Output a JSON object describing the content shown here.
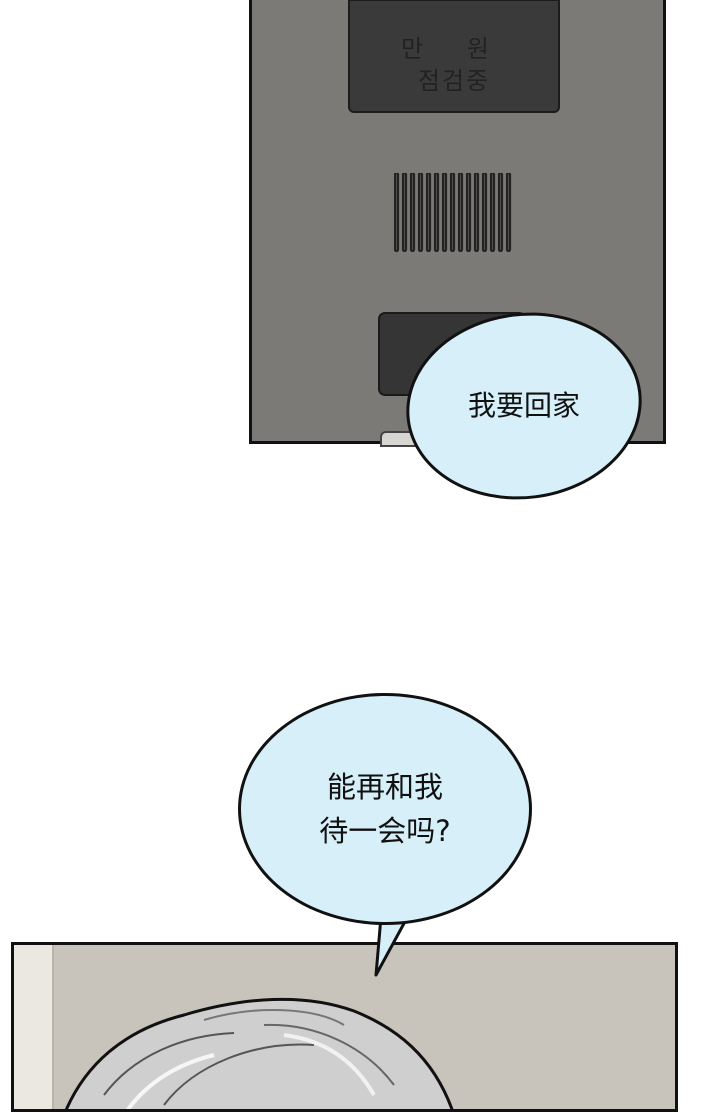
{
  "panel_top": {
    "screen_text_line1": "만 원",
    "screen_text_line2": "점검중"
  },
  "bubble_top": {
    "text": "我要回家"
  },
  "bubble_bottom": {
    "text": "能再和我\n待一会吗?"
  },
  "colors": {
    "machine_body": "#7c7a76",
    "screen": "#3a3a3a",
    "bubble_fill": "#d6eff8",
    "wall": "#c9c4bb"
  }
}
